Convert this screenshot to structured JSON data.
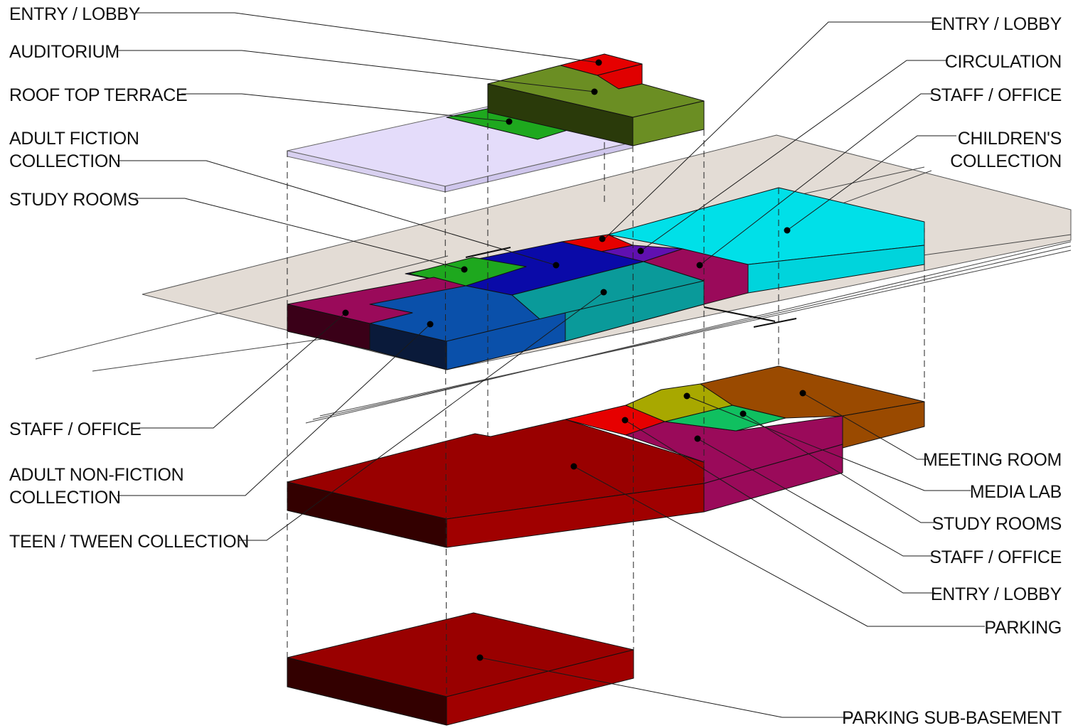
{
  "labels": {
    "left": {
      "entry_lobby": "ENTRY / LOBBY",
      "auditorium": "AUDITORIUM",
      "roof_top_terrace": "ROOF TOP TERRACE",
      "adult_fiction_1": "ADULT FICTION",
      "adult_fiction_2": "COLLECTION",
      "study_rooms": "STUDY ROOMS",
      "staff_office": "STAFF / OFFICE",
      "adult_nonfiction_1": "ADULT NON-FICTION",
      "adult_nonfiction_2": "COLLECTION",
      "teen_tween": "TEEN / TWEEN COLLECTION"
    },
    "right": {
      "entry_lobby_top": "ENTRY / LOBBY",
      "circulation": "CIRCULATION",
      "staff_office_top": "STAFF / OFFICE",
      "childrens_1": "CHILDREN'S",
      "childrens_2": "COLLECTION",
      "meeting_room": "MEETING ROOM",
      "media_lab": "MEDIA LAB",
      "study_rooms": "STUDY ROOMS",
      "staff_office_ground": "STAFF / OFFICE",
      "entry_lobby_ground": "ENTRY / LOBBY",
      "parking": "PARKING",
      "parking_sub_basement": "PARKING SUB-BASEMENT"
    }
  },
  "colors": {
    "entry_lobby": "#e60000",
    "auditorium": "#6b8e23",
    "roof_terrace": "#1ea81e",
    "terrace_slab": "#e4dcfa",
    "site_plane": "#e0d8d0",
    "adult_fiction": "#0a0aa8",
    "study_rooms": "#9a0a5a",
    "adult_nonfiction": "#0a50aa",
    "teen_tween": "#0a9a9a",
    "childrens": "#00e0e8",
    "circulation": "#6010b0",
    "staff_office": "#9a0a5a",
    "parking": "#990000",
    "meeting_room": "#9a4a00",
    "media_lab": "#a8a800",
    "ground_study": "#10c060"
  }
}
